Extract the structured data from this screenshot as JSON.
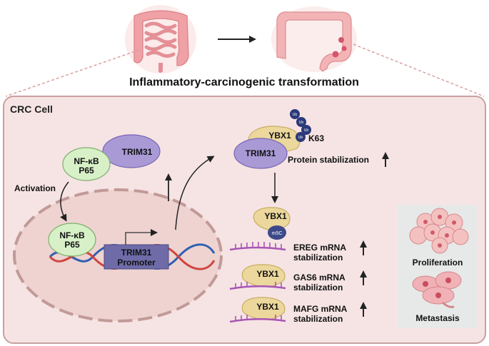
{
  "title": "Inflammatory-carcinogenic transformation",
  "cell_label": "CRC Cell",
  "nucleus": {
    "nfkb_line1": "NF-κB",
    "nfkb_line2": "P65",
    "promoter_line1": "TRIM31",
    "promoter_line2": "Promoter"
  },
  "cytoplasm": {
    "nfkb_line1": "NF-κB",
    "nfkb_line2": "P65",
    "trim31": "TRIM31",
    "activation": "Activation"
  },
  "complex": {
    "ybx1": "YBX1",
    "trim31": "TRIM31",
    "ub": "Ub",
    "k63": "K63",
    "protein_stabilization": "Protein stabilization"
  },
  "m5c": {
    "ybx1": "YBX1",
    "mark": "m5C"
  },
  "mrna": [
    {
      "ybx1": "YBX1",
      "line1": "EREG mRNA",
      "line2": "stabilization"
    },
    {
      "ybx1": "YBX1",
      "line1": "GAS6 mRNA",
      "line2": "stabilization"
    },
    {
      "ybx1": "YBX1",
      "line1": "MAFG mRNA",
      "line2": "stabilization"
    }
  ],
  "outcomes": {
    "proliferation": "Proliferation",
    "metastasis": "Metastasis"
  },
  "colors": {
    "cell_fill": "#f6e4e4",
    "cell_border": "#c9a0a0",
    "nucleus_fill": "#eed3d0",
    "nfkb_fill": "#d8f0c8",
    "trim31_fill": "#a99ad6",
    "ybx1_fill": "#ecd79c",
    "ub_fill": "#2b3a7a",
    "mrna_color": "#a855b5",
    "outcome_panel": "#e6e9e8"
  }
}
